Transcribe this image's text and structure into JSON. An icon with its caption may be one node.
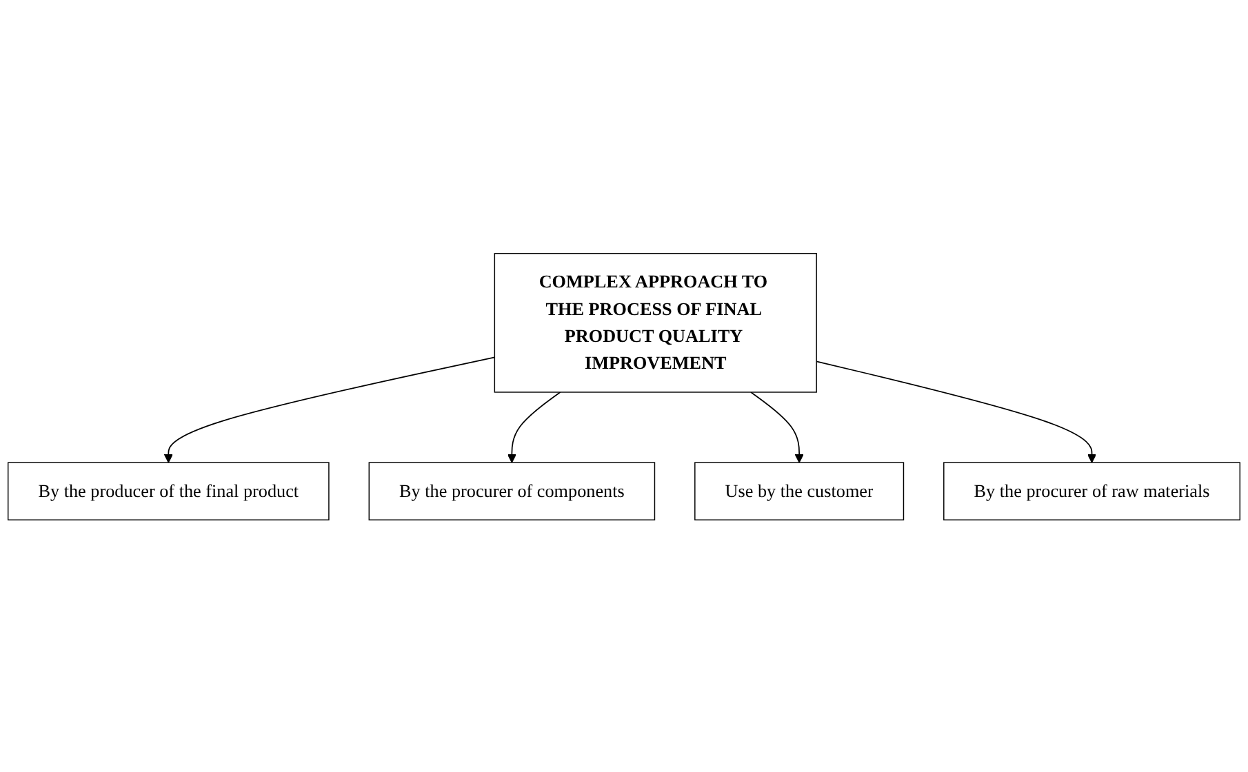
{
  "diagram": {
    "nodes": [
      {
        "text": [
          "COMPLEX APPROACH TO THE PROCESS OF FINAL PRODUCT QUALITY IMPROVEMENT"
        ]
      },
      {
        "text": [
          "By the producer of the final product"
        ]
      },
      {
        "text": [
          "By the procurer of components"
        ]
      },
      {
        "text": [
          "Use by the customer"
        ]
      },
      {
        "text": [
          "By the procurer of raw materials"
        ]
      }
    ],
    "edges": [
      {
        "from": 0,
        "to": 1,
        "arrow": "to"
      },
      {
        "from": 0,
        "to": 2,
        "arrow": "to"
      },
      {
        "from": 0,
        "to": 3,
        "arrow": "to"
      },
      {
        "from": 0,
        "to": 4,
        "arrow": "to"
      }
    ]
  }
}
